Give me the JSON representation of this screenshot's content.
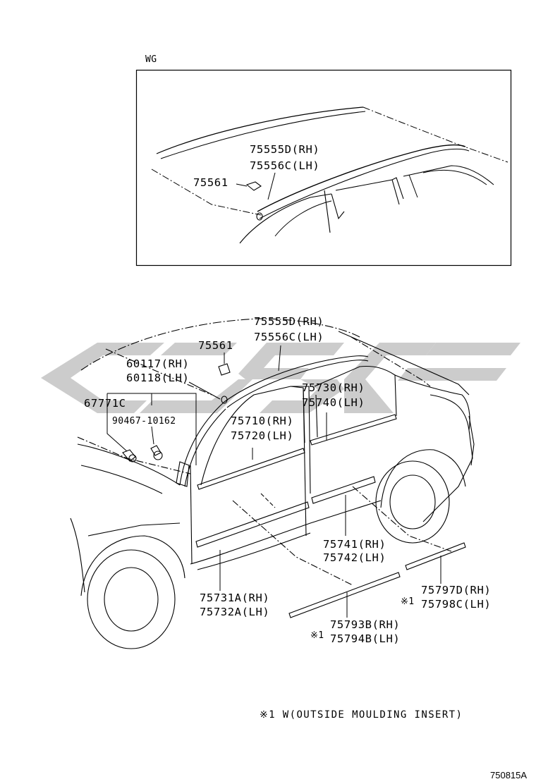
{
  "inset": {
    "variant_label": "WG",
    "labels": {
      "roof_moulding_rh": "75555D(RH)",
      "roof_moulding_lh": "75556C(LH)",
      "clip": "75561"
    }
  },
  "main": {
    "labels": {
      "roof_moulding_rh": "75555D(RH)",
      "roof_moulding_lh": "75556C(LH)",
      "clip": "75561",
      "pillar_garnish_rh": "60117(RH)",
      "pillar_garnish_lh": "60118(LH)",
      "mud_guard": "67771C",
      "screw": "90467-10162",
      "rear_belt_rh": "75730(RH)",
      "rear_belt_lh": "75740(LH)",
      "front_belt_rh": "75710(RH)",
      "front_belt_lh": "75720(LH)",
      "rear_door_moulding_rh": "75741(RH)",
      "rear_door_moulding_lh": "75742(LH)",
      "front_door_moulding_rh": "75731A(RH)",
      "front_door_moulding_lh": "75732A(LH)",
      "rear_insert_rh": "75797D(RH)",
      "rear_insert_lh": "75798C(LH)",
      "front_insert_rh": "75793B(RH)",
      "front_insert_lh": "75794B(LH)",
      "mark_rear": "※1",
      "mark_front": "※1"
    },
    "footnote": "※1 W(OUTSIDE MOULDING INSERT)",
    "figure_ref": "750815A"
  },
  "watermark": {
    "color": "#cccccc"
  }
}
